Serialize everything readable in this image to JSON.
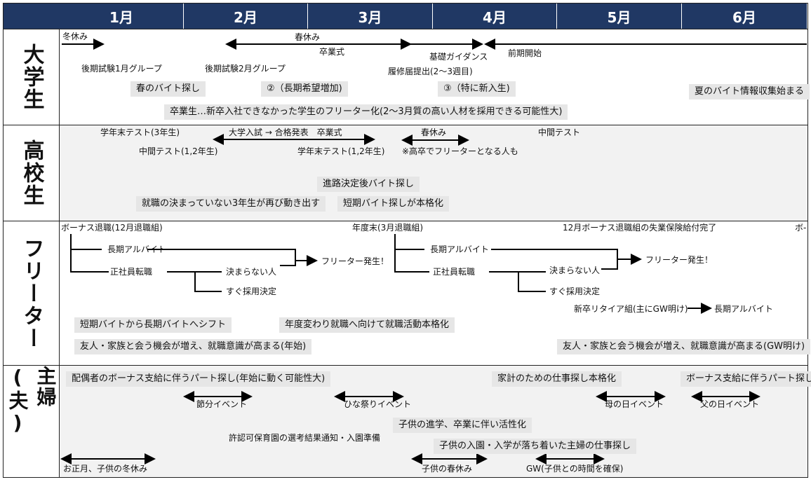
{
  "months": [
    "1月",
    "2月",
    "3月",
    "4月",
    "5月",
    "6月"
  ],
  "rows": {
    "univ": {
      "label": "大学生",
      "winter": "冬休み",
      "spring": "春休み",
      "graduation": "卒業式",
      "guidance": "基礎ガイダンス",
      "term_start": "前期開始",
      "exam_jan": "後期試験1月グループ",
      "exam_feb": "後期試験2月グループ",
      "course_reg": "履修届提出(2〜3週目)",
      "box_spring_job": "春のバイト探し",
      "box_long": "②（長期希望増加)",
      "box_new": "③（特に新入生)",
      "box_summer": "夏のバイト情報収集始まる",
      "box_freeter": "卒業生…新卒入社できなかった学生のフリーター化(2〜3月質の高い人材を採用できる可能性大)"
    },
    "high": {
      "label": "高校生",
      "year_end_3": "学年末テスト(3年生)",
      "entrance": "大学入試 → 合格発表　卒業式",
      "midterm_12": "中間テスト(1,2年生)",
      "year_end_12": "学年末テスト(1,2年生)",
      "spring": "春休み",
      "note": "※高卒でフリーターとなる人も",
      "midterm": "中間テスト",
      "box_course": "進路決定後バイト探し",
      "box_undecided": "就職の決まっていない3年生が再び動き出す",
      "box_short": "短期バイト探しが本格化"
    },
    "freeter": {
      "label": "フリーター",
      "bonus_dec": "ボーナス退職(12月退職組)",
      "fy_end": "年度末(3月退職組)",
      "unemp": "12月ボーナス退職組の失業保険給付完了",
      "bonus_cut": "ボ-",
      "long_part": "長期アルバイト",
      "fulltime": "正社員転職",
      "undecided": "決まらない人",
      "freeter_born": "フリーター発生！",
      "hired": "すぐ採用決定",
      "new_retire": "新卒リタイア組(主にGW明け)",
      "long_part2": "長期アルバイト",
      "box_shift": "短期バイトから長期バイトへシフト",
      "box_jobhunt": "年度変わり就職へ向けて就職活動本格化",
      "box_newyear": "友人・家族と会う機会が増え、就職意識が高まる(年始)",
      "box_gw": "友人・家族と会う機会が増え、就職意識が高まる(GW明け)"
    },
    "house": {
      "label": "主婦(夫)",
      "box_bonus_part": "配偶者のボーナス支給に伴うパート探し(年始に動く可能性大)",
      "box_household": "家計のための仕事探し本格化",
      "box_bonus_part2": "ボーナス支給に伴うパート探し",
      "setsubun": "節分イベント",
      "hina": "ひな祭りイベント",
      "mothers": "母の日イベント",
      "fathers": "父の日イベント",
      "box_child_school": "子供の進学、卒業に伴い活性化",
      "nursery": "許認可保育園の選考結果通知・入園準備",
      "box_child_settled": "子供の入園・入学が落ち着いた主婦の仕事探し",
      "new_year": "お正月、子供の冬休み",
      "child_spring": "子供の春休み",
      "gw": "GW(子供との時間を確保)"
    }
  }
}
